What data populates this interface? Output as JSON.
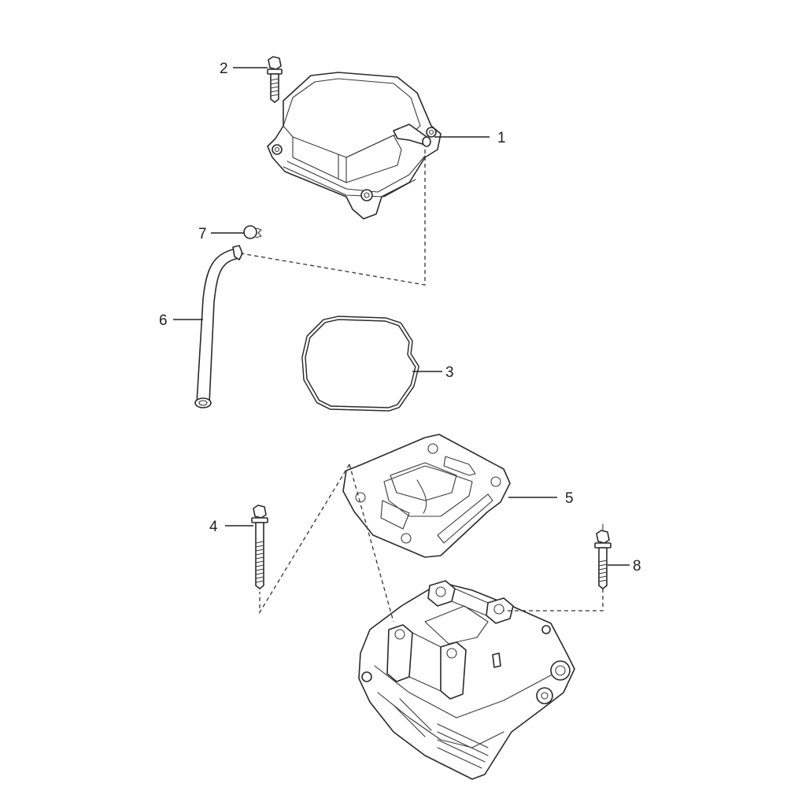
{
  "callouts": [
    {
      "id": "1",
      "label": "1"
    },
    {
      "id": "2",
      "label": "2"
    },
    {
      "id": "3",
      "label": "3"
    },
    {
      "id": "4",
      "label": "4"
    },
    {
      "id": "5",
      "label": "5"
    },
    {
      "id": "6",
      "label": "6"
    },
    {
      "id": "7",
      "label": "7"
    },
    {
      "id": "8",
      "label": "8"
    }
  ],
  "colors": {
    "line": "#2a2a2a",
    "background": "#ffffff"
  }
}
